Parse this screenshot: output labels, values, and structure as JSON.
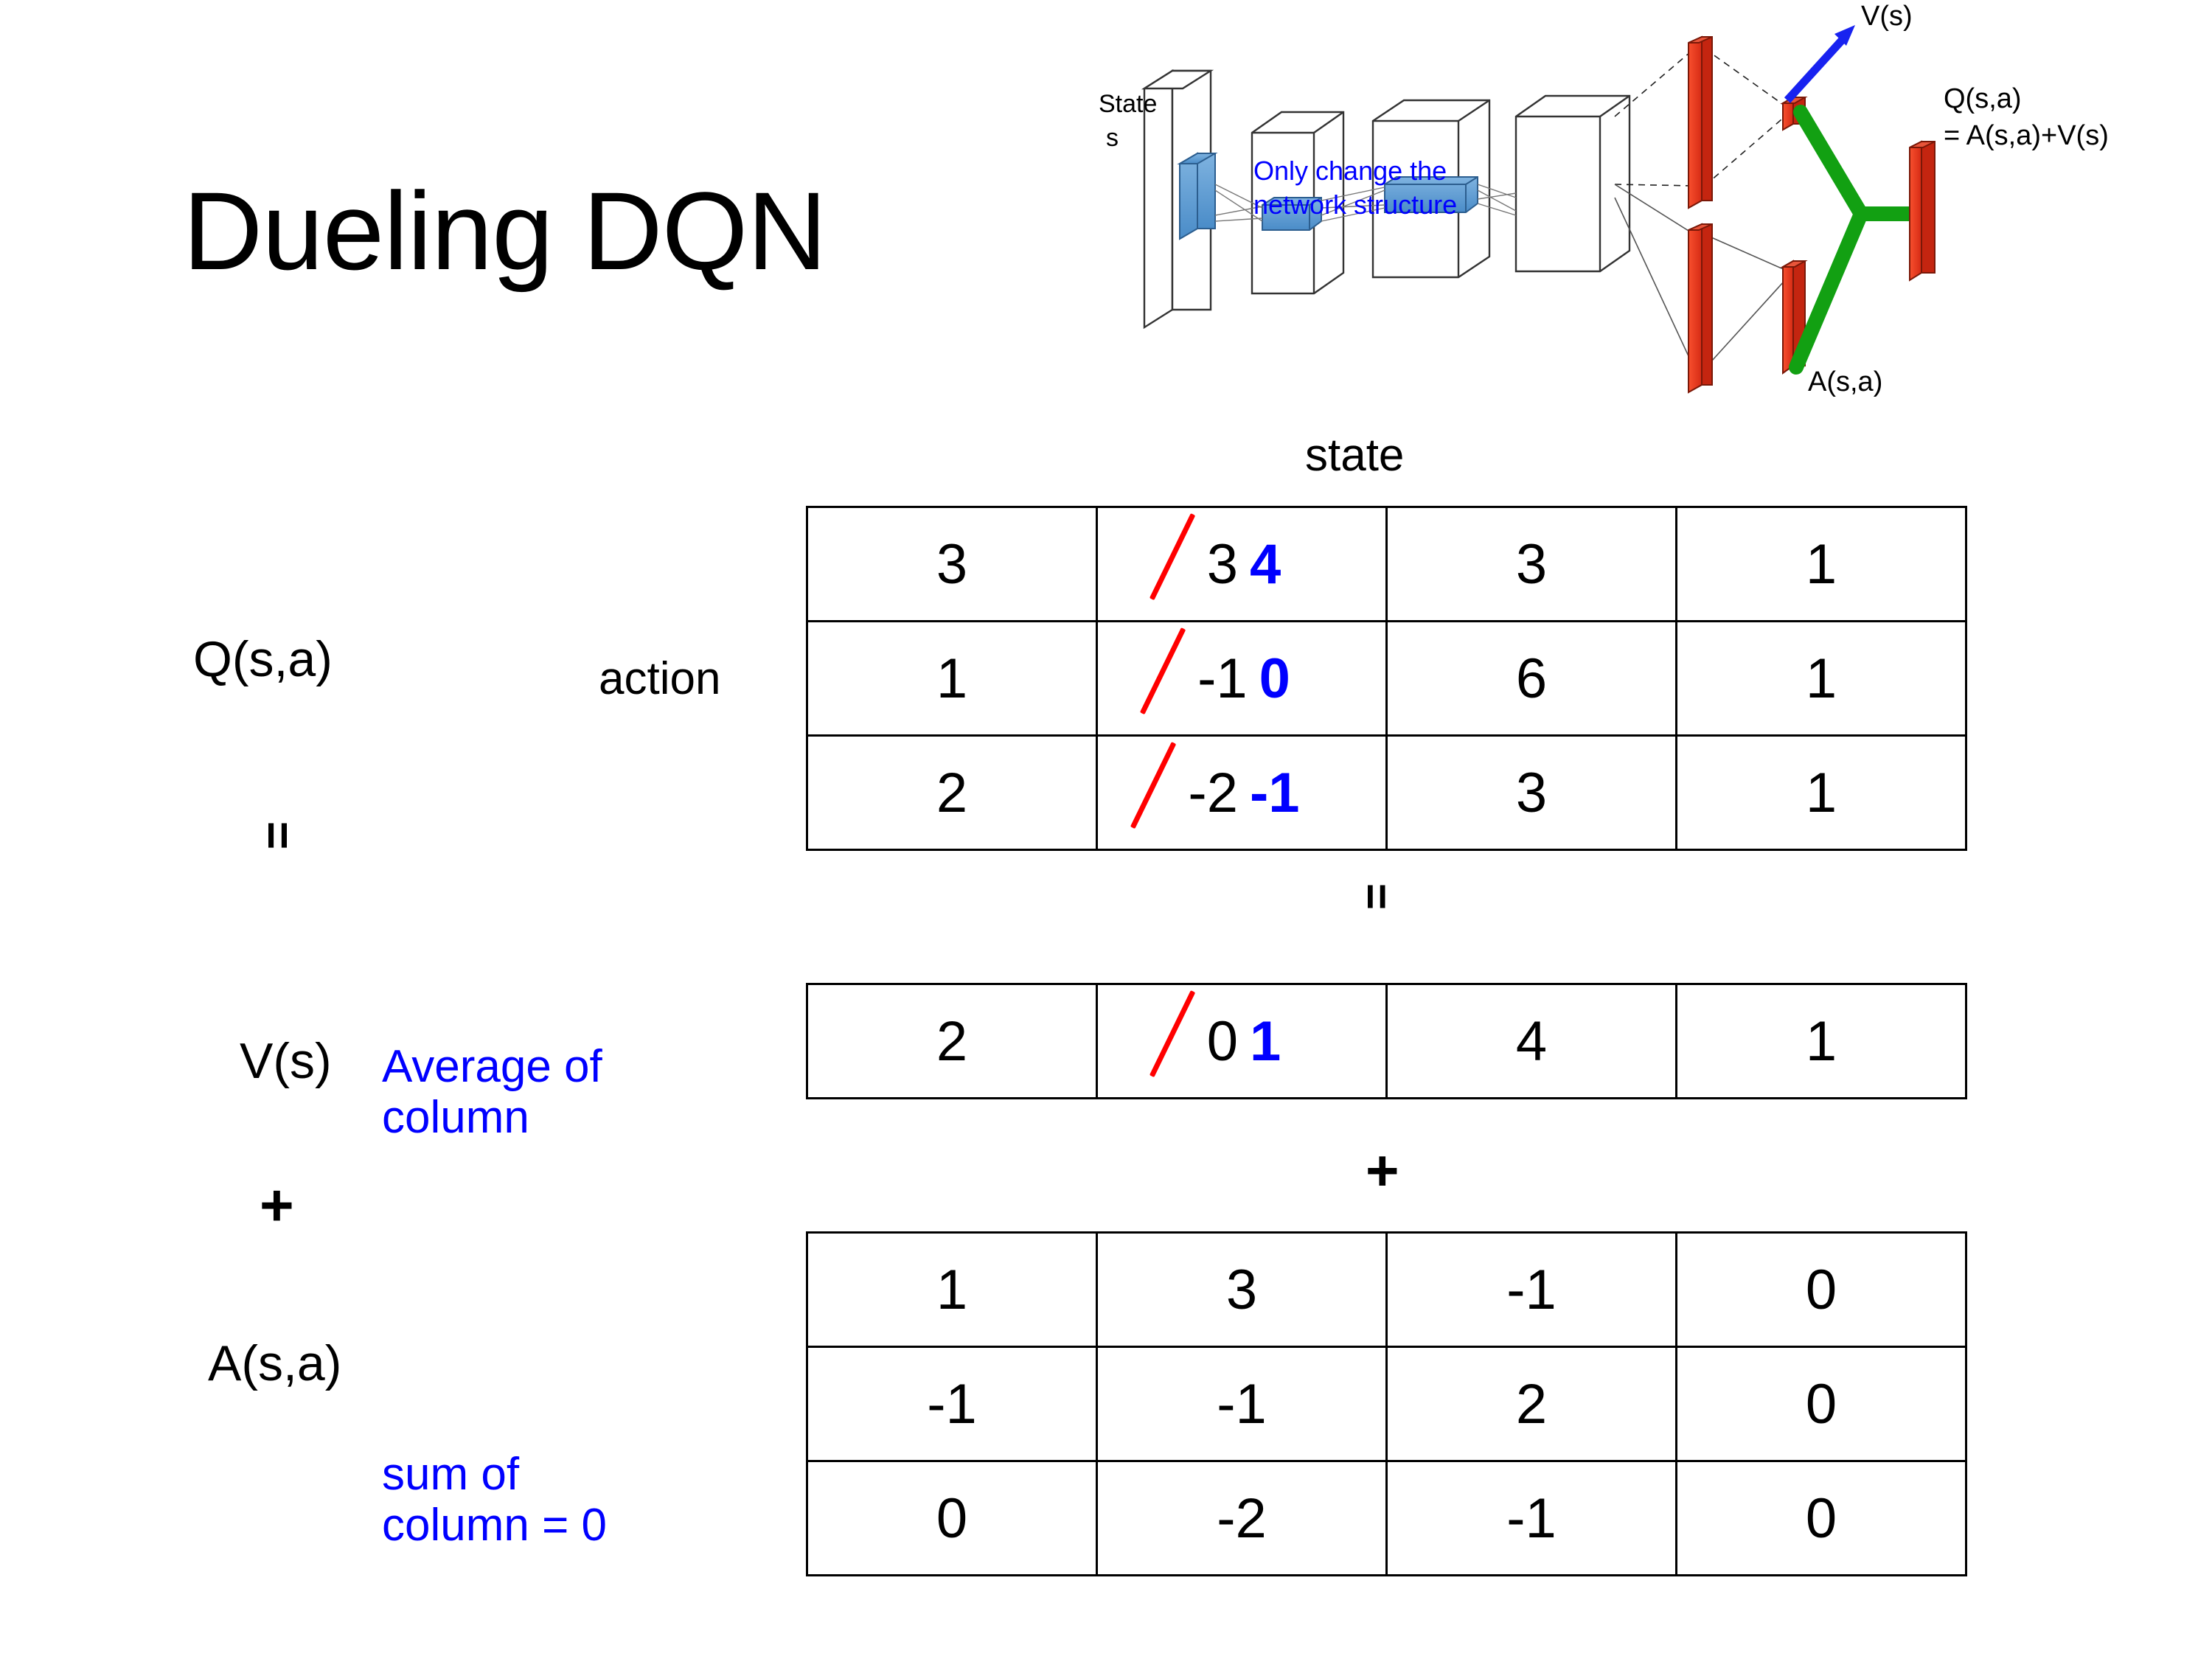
{
  "slide": {
    "title": "Dueling DQN"
  },
  "diagram": {
    "state_label_line1": "State",
    "state_label_line2": "s",
    "note_line1": "Only change the",
    "note_line2": "network structure",
    "value_stream_label": "V(s)",
    "advantage_stream_label": "A(s,a)",
    "q_label_line1": "Q(s,a)",
    "q_label_line2": "= A(s,a)+V(s)",
    "colors": {
      "note": "#0000FF",
      "value_arrow": "#1822F0",
      "merge": "#12A012",
      "red_bar": "#F03020",
      "blue_feature": "#5B9BD5"
    }
  },
  "axes": {
    "state_header": "state",
    "action_header": "action"
  },
  "left_labels": {
    "q": "Q(s,a)",
    "equals": "=",
    "v": "V(s)",
    "plus": "+",
    "a": "A(s,a)"
  },
  "annotations": {
    "average_of_column_line1": "Average of",
    "average_of_column_line2": "column",
    "sum_of_column_line1": "sum of",
    "sum_of_column_line2": "column = 0",
    "color": "#0000FF"
  },
  "operators": {
    "equals_between_q_and_v": "=",
    "plus_between_v_and_a": "+"
  },
  "chart_data": {
    "type": "table",
    "title": "Dueling DQN value/advantage decomposition",
    "xlabel": "state",
    "ylabel": "action",
    "edit_colors": {
      "strike": "#FF0000",
      "replacement": "#0000FF"
    },
    "tables": [
      {
        "name": "Q(s,a)",
        "rows": [
          [
            {
              "value": "3"
            },
            {
              "value": "3",
              "struck": true,
              "new_value": "4"
            },
            {
              "value": "3"
            },
            {
              "value": "1"
            }
          ],
          [
            {
              "value": "1"
            },
            {
              "value": "-1",
              "struck": true,
              "new_value": "0"
            },
            {
              "value": "6"
            },
            {
              "value": "1"
            }
          ],
          [
            {
              "value": "2"
            },
            {
              "value": "-2",
              "struck": true,
              "new_value": "-1"
            },
            {
              "value": "3"
            },
            {
              "value": "1"
            }
          ]
        ]
      },
      {
        "name": "V(s)",
        "rows": [
          [
            {
              "value": "2"
            },
            {
              "value": "0",
              "struck": true,
              "new_value": "1"
            },
            {
              "value": "4"
            },
            {
              "value": "1"
            }
          ]
        ]
      },
      {
        "name": "A(s,a)",
        "rows": [
          [
            {
              "value": "1"
            },
            {
              "value": "3"
            },
            {
              "value": "-1"
            },
            {
              "value": "0"
            }
          ],
          [
            {
              "value": "-1"
            },
            {
              "value": "-1"
            },
            {
              "value": "2"
            },
            {
              "value": "0"
            }
          ],
          [
            {
              "value": "0"
            },
            {
              "value": "-2"
            },
            {
              "value": "-1"
            },
            {
              "value": "0"
            }
          ]
        ]
      }
    ]
  }
}
